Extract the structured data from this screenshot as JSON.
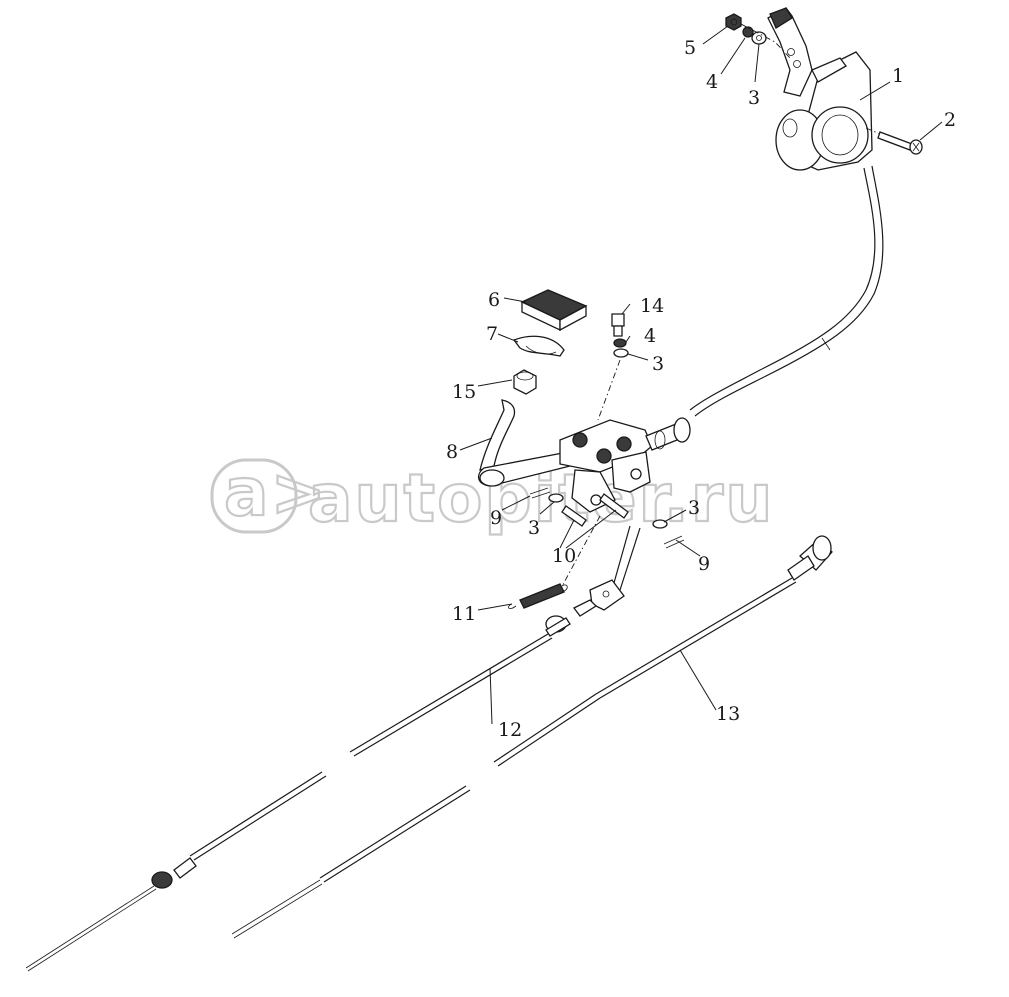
{
  "watermark": {
    "text": "autopiter.ru",
    "color": "#c9c9c9"
  },
  "callouts": {
    "c1": "1",
    "c2": "2",
    "c3a": "3",
    "c4a": "4",
    "c5": "5",
    "c6": "6",
    "c7": "7",
    "c14": "14",
    "c4b": "4",
    "c3b": "3",
    "c15": "15",
    "c8": "8",
    "c9a": "9",
    "c3c": "3",
    "c10": "10",
    "c3d": "3",
    "c9b": "9",
    "c11": "11",
    "c12": "12",
    "c13": "13"
  },
  "colors": {
    "line": "#1a1a1a",
    "background": "#ffffff"
  }
}
